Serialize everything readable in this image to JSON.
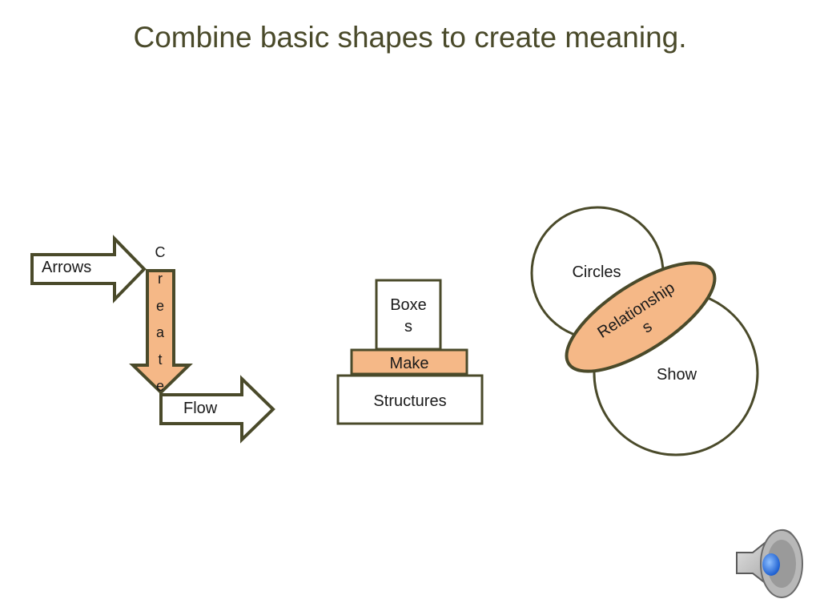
{
  "slide": {
    "title": "Combine basic shapes to create meaning."
  },
  "arrows": {
    "arrows_label": "Arrows",
    "create_letters": [
      "C",
      "r",
      "e",
      "a",
      "t",
      "e"
    ],
    "flow_label": "Flow"
  },
  "boxes": {
    "boxes_label_line1": "Boxe",
    "boxes_label_line2": "s",
    "make_label": "Make",
    "structures_label": "Structures"
  },
  "circles": {
    "circles_label": "Circles",
    "show_label": "Show",
    "relationships_line1": "Relationship",
    "relationships_line2": "s"
  },
  "colors": {
    "outline": "#4a4a2a",
    "fill_accent": "#f5b887",
    "title": "#4a4a2a"
  },
  "icons": {
    "speaker": "speaker-icon"
  }
}
